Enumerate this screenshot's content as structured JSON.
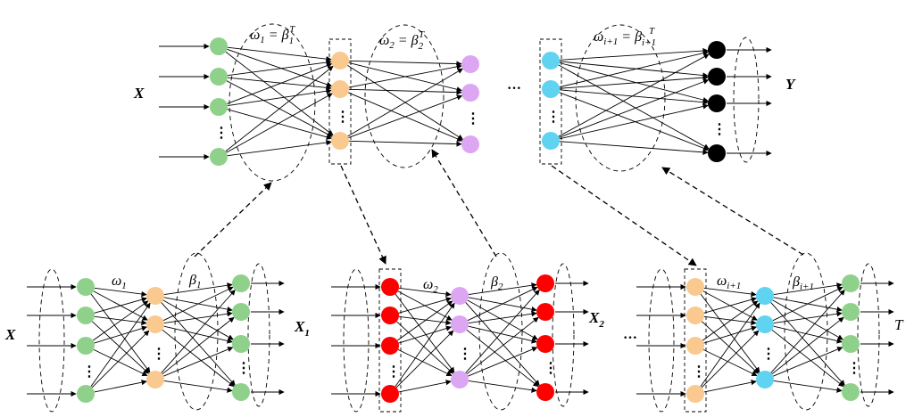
{
  "labels": {
    "top_input": "X",
    "top_output": "Y",
    "top_eq1_lhs": "ω",
    "top_eq1_lhs_sub": "1",
    "top_eq1_eq": " = ",
    "top_eq1_rhs": "β",
    "top_eq1_rhs_sub": "1",
    "top_eq1_rhs_sup": "T",
    "top_eq2_lhs": "ω",
    "top_eq2_lhs_sub": "2",
    "top_eq2_eq": " = ",
    "top_eq2_rhs": "β",
    "top_eq2_rhs_sub": "2",
    "top_eq2_rhs_sup": "T",
    "top_eq3_lhs": "ω",
    "top_eq3_lhs_sub": "i+1",
    "top_eq3_eq": " = ",
    "top_eq3_rhs": "β",
    "top_eq3_rhs_sub": "i+1",
    "top_eq3_rhs_sup": "T",
    "ellipsis": "···",
    "vdots": "⋮",
    "b1_input": "X",
    "b1_output": "X",
    "b1_output_sub": "1",
    "b1_w": "ω",
    "b1_w_sub": "1",
    "b1_b": "β",
    "b1_b_sub": "1",
    "b2_output": "X",
    "b2_output_sub": "2",
    "b2_w": "ω",
    "b2_w_sub": "2",
    "b2_b": "β",
    "b2_b_sub": "2",
    "b3_output": "T",
    "b3_w": "ω",
    "b3_w_sub": "i+1",
    "b3_b": "β",
    "b3_b_sub": "i+1"
  },
  "colors": {
    "green": "#8fd18b",
    "orange": "#f9c98f",
    "violet": "#dca6f2",
    "cyan": "#5fd3f0",
    "black": "#000000",
    "red": "#ff0000"
  }
}
